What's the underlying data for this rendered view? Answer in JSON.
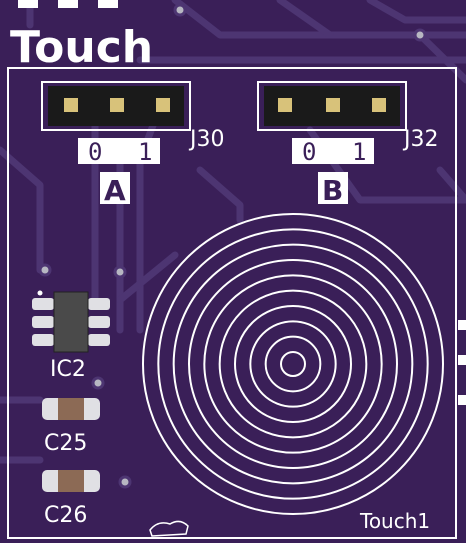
{
  "board": {
    "title": "Touch",
    "module_label": "Touch1"
  },
  "headers": [
    {
      "ref": "J30",
      "pin_labels": [
        "0",
        "1"
      ],
      "group_label": "A"
    },
    {
      "ref": "J32",
      "pin_labels": [
        "0",
        "1"
      ],
      "group_label": "B"
    }
  ],
  "components": {
    "ic": "IC2",
    "cap_top": "C25",
    "cap_bottom": "C26"
  },
  "colors": {
    "board": "#3a1f58",
    "silkscreen": "#ffffff",
    "trace": "#4d3572",
    "pad_gold": "#d8c27a",
    "pad_silver": "#e0e0e4",
    "ic_body": "#4a4a4a",
    "cap_body": "#8c6a55"
  },
  "touch_pad": {
    "ring_count": 10
  }
}
